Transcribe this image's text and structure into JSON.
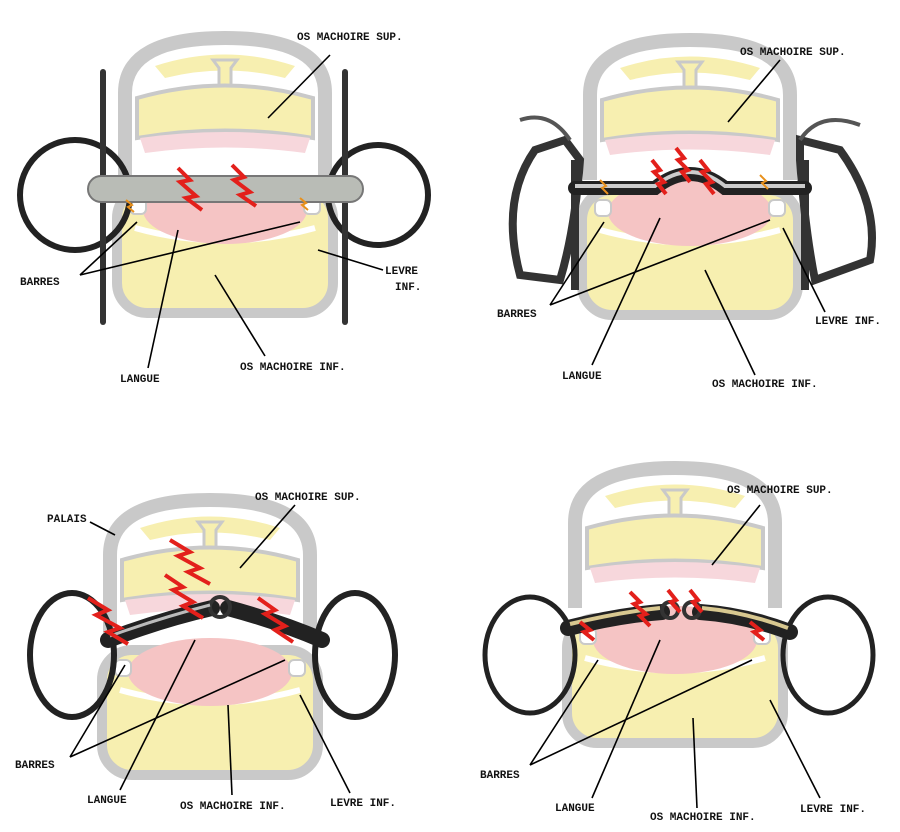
{
  "panels": [
    {
      "os_sup": "OS MACHOIRE SUP.",
      "barres": "BARRES",
      "levre_line1": "LEVRE",
      "levre_line2": "INF.",
      "langue": "LANGUE",
      "os_inf": "OS MACHOIRE INF."
    },
    {
      "os_sup": "OS MACHOIRE SUP.",
      "barres": "BARRES",
      "levre": "LEVRE INF.",
      "langue": "LANGUE",
      "os_inf": "OS MACHOIRE INF."
    },
    {
      "palais": "PALAIS",
      "os_sup": "OS MACHOIRE SUP.",
      "barres": "BARRES",
      "levre": "LEVRE INF.",
      "langue": "LANGUE",
      "os_inf": "OS MACHOIRE INF."
    },
    {
      "os_sup": "OS MACHOIRE SUP.",
      "barres": "BARRES",
      "levre": "LEVRE INF.",
      "langue": "LANGUE",
      "os_inf": "OS MACHOIRE INF."
    }
  ],
  "colors": {
    "bone": "#c9c9c9",
    "jaw": "#f7efb0",
    "tongue": "#f5c4c4",
    "pain": "#e3201b"
  }
}
